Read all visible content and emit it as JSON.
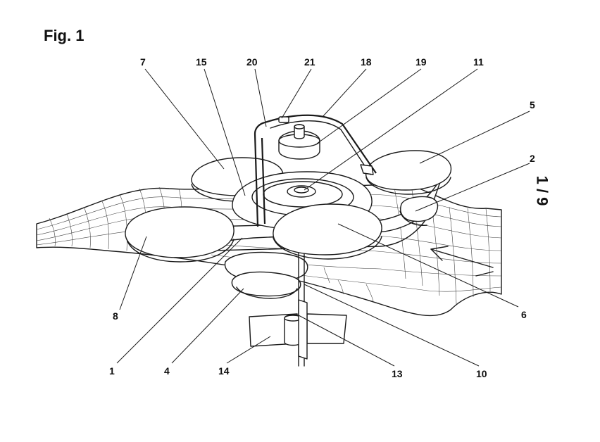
{
  "figure": {
    "title": "Fig. 1",
    "sheet_number": "1 / 9"
  },
  "reference_numerals": {
    "n1": "1",
    "n2": "2",
    "n4": "4",
    "n5": "5",
    "n6": "6",
    "n7": "7",
    "n8": "8",
    "n10": "10",
    "n11": "11",
    "n13": "13",
    "n14": "14",
    "n15": "15",
    "n18": "18",
    "n19": "19",
    "n20": "20",
    "n21": "21"
  }
}
